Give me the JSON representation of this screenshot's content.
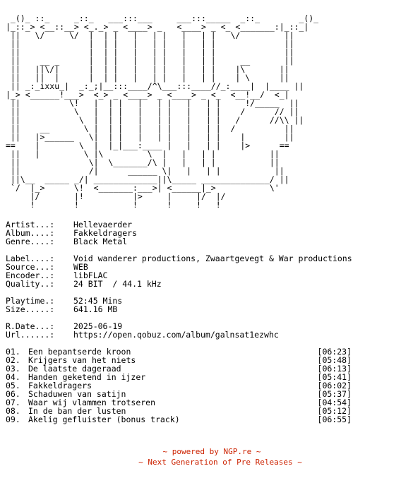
{
  "ascii_art": [
    " _()_ ::_     _::_   ___:::___     ___:::_____  _::_        _()_",
    "|_::_> <__::__> <_._> _ <____> _   <____> _ <_ <_______:|_::_|",
    " ||   \\/     \\/  |  | |   |   | |   |   | |   \\/         ||",
    " ||              |  | |   |   | |   |   | |              ||",
    " ||              |  | |   |   | |   |   | |              ||",
    " ||    __ _      |  | |   |   | |   |   | |     __       ||",
    " ||   ||\\/|      |  | |   |   | |   |   | |    |\\       ||",
    " ||   ||  |      |  | |   |   | |   |   | |    | \\      ||",
    " || _:_ixxu_|  _:_;|__:::____/^\\___:::____//_:____|  |____ ||",
    "|_> <______!___>  <_> _ <____> _ <____> _ <_  <__!__/  <_|",
    " ||          \\!   |  | |   |   | |   |   | |     !/_____  ||",
    " ||           \\   |  | |   |   | |   |   | |    /      // ||",
    " ||            \\  |  | |   |   | |   |   | |   /      //\\\\ ||",
    " ||    __       \\ |  | |   |   | |   |   | |  /          ||",
    " ||   |>______   \\|  | |   |   | |   |   | |    |        ||",
    "==    |        \\  |  |_|___:____ |   |   | |    |>      ==",
    " ||   |         \\ |\\         \\  |   |   | |           ||",
    " ||              \\|  \\_______/\\ |   |   | |           ||",
    " ||              /|      ______ \\|   |   | |           ||",
    " ||\\__  _____ _/| _____________||\\_____ ______________/ ||",
    " `/  |_>      \\!  <_______:___>| <______|_>           \\'",
    "     |/       |!          |>     |     |/  |/",
    "     !        !           !      !     !   !"
  ],
  "info_block_1": [
    {
      "key": "Artist...:",
      "value": "Hellevaerder"
    },
    {
      "key": "Album....:",
      "value": "Fakkeldragers"
    },
    {
      "key": "Genre....:",
      "value": "Black Metal"
    }
  ],
  "info_block_2": [
    {
      "key": "Label....:",
      "value": "Void wanderer productions, Zwaartgevegt & War productions"
    },
    {
      "key": "Source...:",
      "value": "WEB"
    },
    {
      "key": "Encoder..:",
      "value": "libFLAC"
    },
    {
      "key": "Quality..:",
      "value": "24 BIT  / 44.1 kHz"
    }
  ],
  "info_block_3": [
    {
      "key": "Playtime.:",
      "value": "52:45 Mins"
    },
    {
      "key": "Size.....:",
      "value": "641.16 MB"
    }
  ],
  "info_block_4": [
    {
      "key": "R.Date...:",
      "value": "2025-06-19"
    },
    {
      "key": "Url......:",
      "value": "https://open.qobuz.com/album/galnsat1ezwhc"
    }
  ],
  "tracks": [
    {
      "num": "01.",
      "title": "Een bepantserde kroon",
      "duration": "[06:23]"
    },
    {
      "num": "02.",
      "title": "Krijgers van het niets",
      "duration": "[05:48]"
    },
    {
      "num": "03.",
      "title": "De laatste dageraad",
      "duration": "[06:13]"
    },
    {
      "num": "04.",
      "title": "Handen geketend in ijzer",
      "duration": "[05:41]"
    },
    {
      "num": "05.",
      "title": "Fakkeldragers",
      "duration": "[06:02]"
    },
    {
      "num": "06.",
      "title": "Schaduwen van satijn",
      "duration": "[05:37]"
    },
    {
      "num": "07.",
      "title": "Waar wij vlammen trotseren",
      "duration": "[04:54]"
    },
    {
      "num": "08.",
      "title": "In de ban der lusten",
      "duration": "[05:12]"
    },
    {
      "num": "09.",
      "title": "Akelig gefluister (bonus track)",
      "duration": "[06:55]"
    }
  ],
  "footer": {
    "line1": "~ powered by NGP.re ~",
    "line2": "~ Next Generation of Pre Releases ~"
  },
  "colors": {
    "text": "#000000",
    "footer": "#cc2200",
    "background": "#ffffff"
  }
}
